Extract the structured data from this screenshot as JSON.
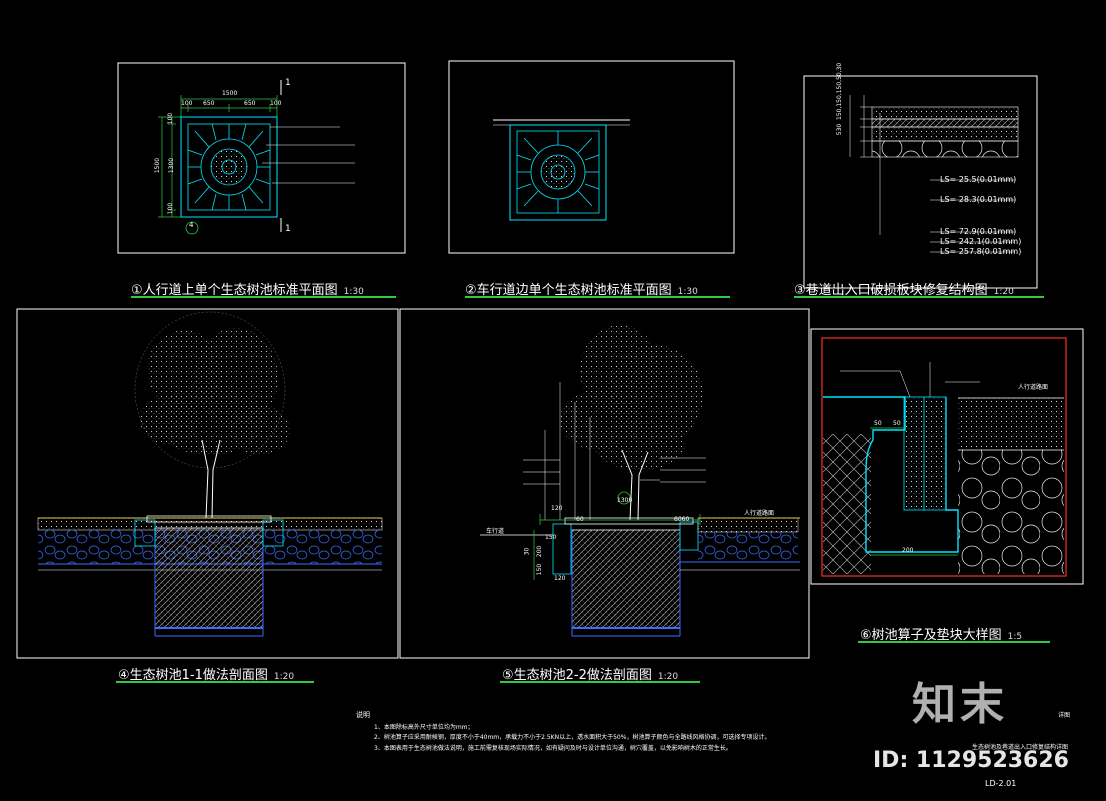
{
  "drawings": [
    {
      "num": "①",
      "title": "人行道上单个生态树池标准平面图",
      "scale": "1:30"
    },
    {
      "num": "②",
      "title": "车行道边单个生态树池标准平面图",
      "scale": "1:30"
    },
    {
      "num": "③",
      "title": "巷道出入口破损板块修复结构图",
      "scale": "1:20"
    },
    {
      "num": "④",
      "title": "生态树池1-1做法剖面图",
      "scale": "1:20"
    },
    {
      "num": "⑤",
      "title": "生态树池2-2做法剖面图",
      "scale": "1:20"
    },
    {
      "num": "⑥",
      "title": "树池算子及垫块大样图",
      "scale": "1:5"
    }
  ],
  "plan1_dims": {
    "top": "1500",
    "sub1": "100",
    "sub2": "650",
    "sub3": "650",
    "sub4": "100",
    "left": "1500",
    "left_sub": "1300",
    "left_a": "100",
    "left_b": "100",
    "section_mark": "1",
    "callout_num": "4"
  },
  "plan3_ls": [
    "LS= 25.5(0.01mm)",
    "LS= 28.3(0.01mm)",
    "LS= 72.9(0.01mm)",
    "LS= 242.1(0.01mm)",
    "LS= 257.8(0.01mm)"
  ],
  "plan3_dims": {
    "total": "530",
    "parts": "150,150,150,50,30"
  },
  "section5_dims": {
    "d1": "120",
    "d2": "60",
    "d3": "1300",
    "d4": "6060",
    "d5": "150",
    "d6": "200",
    "d7": "120",
    "d8": "30",
    "d9": "150",
    "label_left": "车行道",
    "label_right": "人行道路面"
  },
  "detail6_dims": {
    "d1": "50",
    "d2": "50",
    "d3": "200",
    "label_right": "人行道路面"
  },
  "notes_header": "说明",
  "notes": [
    "1、本图除标高外尺寸单位均为mm；",
    "2、树池算子应采用耐候钢，厚度不小于40mm，承载力不小于2.5KN以上，透水面积大于50%，树池算子颜色与全路线风格协调，可选择专项设计。",
    "3、本图表用于生态树池做法说明，施工前需复核现场实际情况，如有疑问及时与设计单位沟通，树穴覆盖，以免影响树木的正常生长。"
  ],
  "sheet_label": "生态树池及巷道出入口修复结构详图",
  "sheet_code": "LD-2.01",
  "sheet_sub": "详图",
  "watermark_logo": "知末",
  "watermark_id": "ID: 1129523626"
}
